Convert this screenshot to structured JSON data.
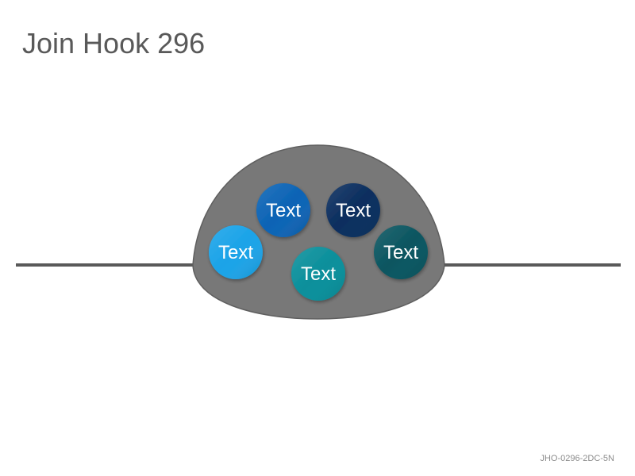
{
  "title": "Join Hook 296",
  "footer_code": "JHO-0296-2DC-5N",
  "colors": {
    "line": "#595959",
    "dome": "#787878",
    "dome_stroke": "#5f5f5f",
    "circles": [
      "#1aa3e8",
      "#0b63b5",
      "#0a2d5e",
      "#0a8f9b",
      "#0a5560"
    ]
  },
  "circles": [
    {
      "id": "circle-1",
      "label": "Text"
    },
    {
      "id": "circle-2",
      "label": "Text"
    },
    {
      "id": "circle-3",
      "label": "Text"
    },
    {
      "id": "circle-4",
      "label": "Text"
    },
    {
      "id": "circle-5",
      "label": "Text"
    }
  ]
}
